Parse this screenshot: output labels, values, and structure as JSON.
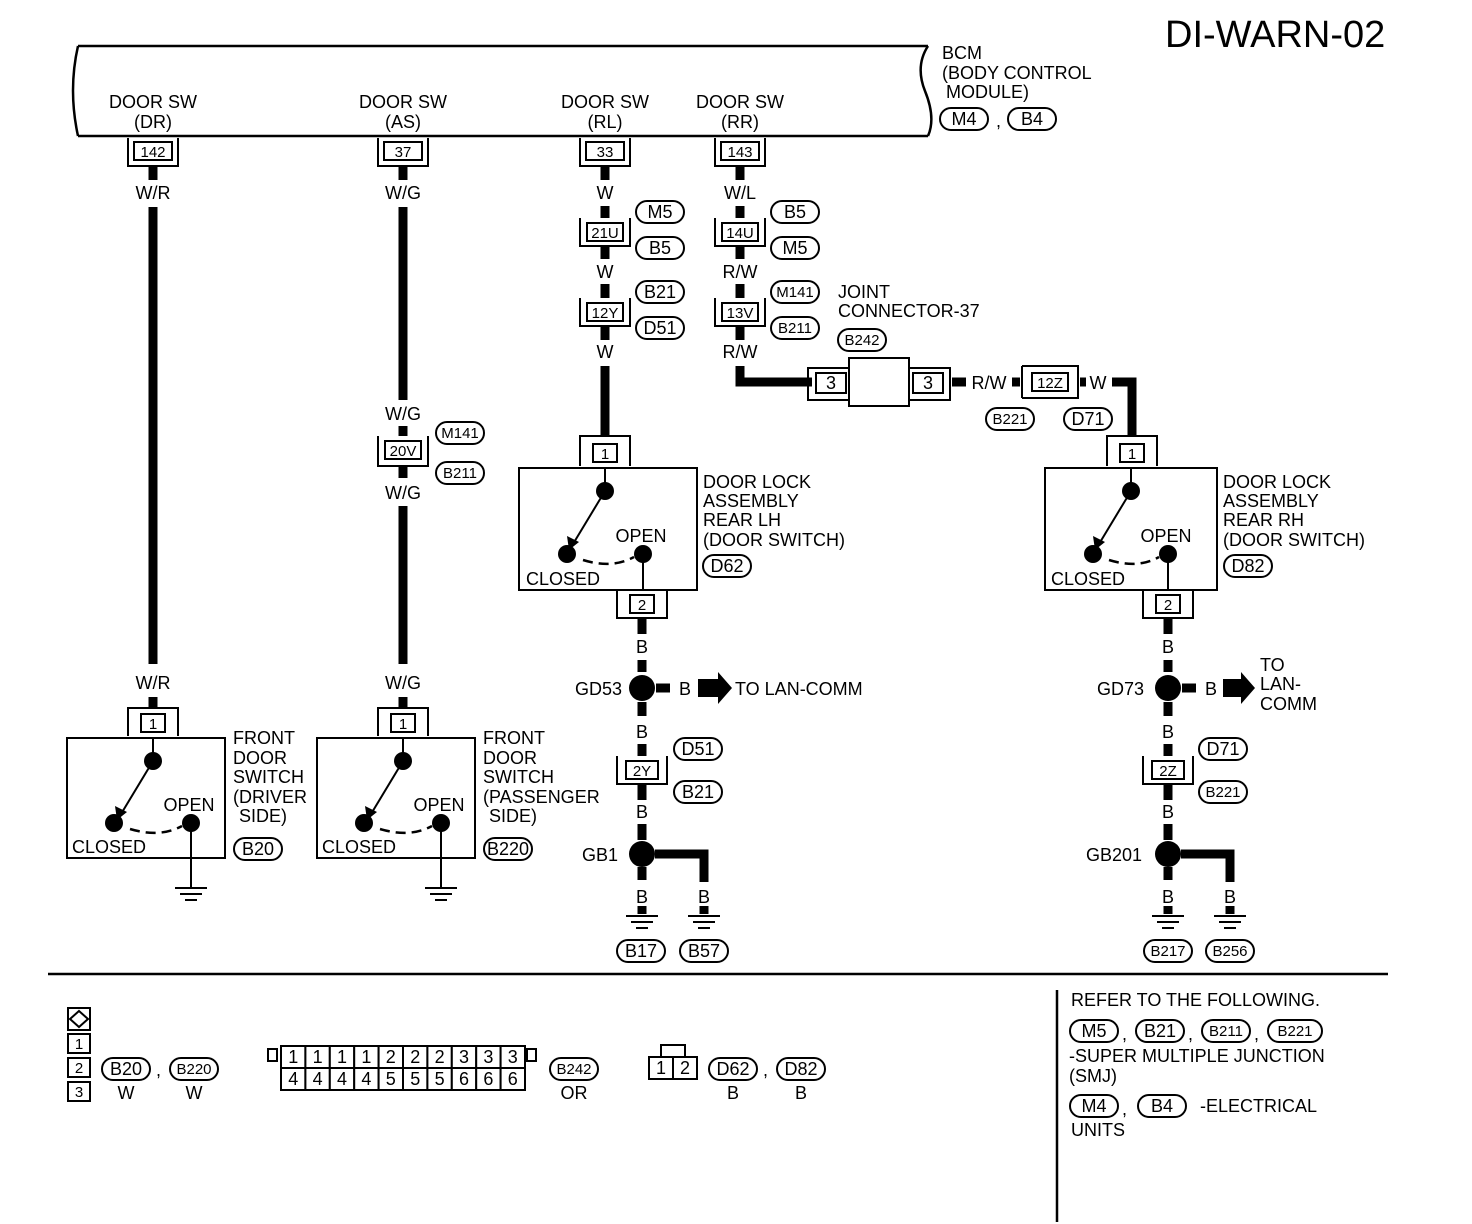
{
  "page_code": "DI-WARN-02",
  "bcm": {
    "name": "BCM",
    "desc1": "(BODY CONTROL",
    "desc2": "MODULE)",
    "conn1": "M4",
    "conn2": "B4",
    "sep": ","
  },
  "bcm_pins": [
    {
      "l1": "DOOR SW",
      "l2": "(DR)",
      "pin": "142"
    },
    {
      "l1": "DOOR SW",
      "l2": "(AS)",
      "pin": "37"
    },
    {
      "l1": "DOOR SW",
      "l2": "(RL)",
      "pin": "33"
    },
    {
      "l1": "DOOR SW",
      "l2": "(RR)",
      "pin": "143"
    }
  ],
  "wires": {
    "wr": "W/R",
    "wg": "W/G",
    "w": "W",
    "wl": "W/L",
    "rw": "R/W",
    "b": "B"
  },
  "connectors": {
    "c21u": "21U",
    "c12y": "12Y",
    "c14u": "14U",
    "c13v": "13V",
    "c20v": "20V",
    "c12z": "12Z",
    "c2y": "2Y",
    "c2z": "2Z",
    "jc3a": "3",
    "jc3b": "3",
    "p1": "1",
    "p2": "2"
  },
  "tags": {
    "m5": "M5",
    "b5": "B5",
    "b21": "B21",
    "d51": "D51",
    "m141": "M141",
    "b211": "B211",
    "b242": "B242",
    "b221": "B221",
    "d71": "D71",
    "d62": "D62",
    "d82": "D82",
    "b20": "B20",
    "b220": "B220",
    "b17": "B17",
    "b57": "B57",
    "b217": "B217",
    "b256": "B256"
  },
  "joint": {
    "l1": "JOINT",
    "l2": "CONNECTOR-37"
  },
  "door_lh": {
    "l1": "DOOR LOCK",
    "l2": "ASSEMBLY",
    "l3": "REAR LH",
    "l4": "(DOOR SWITCH)"
  },
  "door_rh": {
    "l1": "DOOR LOCK",
    "l2": "ASSEMBLY",
    "l3": "REAR RH",
    "l4": "(DOOR SWITCH)"
  },
  "front_dr": {
    "l1": "FRONT",
    "l2": "DOOR",
    "l3": "SWITCH",
    "l4": "(DRIVER",
    "l5": "SIDE)"
  },
  "front_as": {
    "l1": "FRONT",
    "l2": "DOOR",
    "l3": "SWITCH",
    "l4": "(PASSENGER",
    "l5": "SIDE)"
  },
  "switch": {
    "open": "OPEN",
    "closed": "CLOSED"
  },
  "grounds": {
    "gd53": "GD53",
    "gd73": "GD73",
    "gb1": "GB1",
    "gb201": "GB201"
  },
  "lan": {
    "single": "TO LAN-COMM",
    "to": "TO",
    "lan": "LAN-",
    "comm": "COMM"
  },
  "legend": {
    "pins_a": [
      "1",
      "2",
      "3"
    ],
    "c1_top": [
      "1",
      "1",
      "1",
      "1",
      "2",
      "2",
      "2",
      "3",
      "3",
      "3"
    ],
    "c1_bot": [
      "4",
      "4",
      "4",
      "4",
      "5",
      "5",
      "5",
      "6",
      "6",
      "6"
    ],
    "color_w": "W",
    "color_or": "OR",
    "color_b": "B",
    "c3_pins": [
      "1",
      "2"
    ]
  },
  "refer": {
    "title": "REFER TO THE FOLLOWING.",
    "smj1": "-SUPER MULTIPLE JUNCTION",
    "smj2": "(SMJ)",
    "eu1": "-ELECTRICAL",
    "eu2": "UNITS"
  }
}
